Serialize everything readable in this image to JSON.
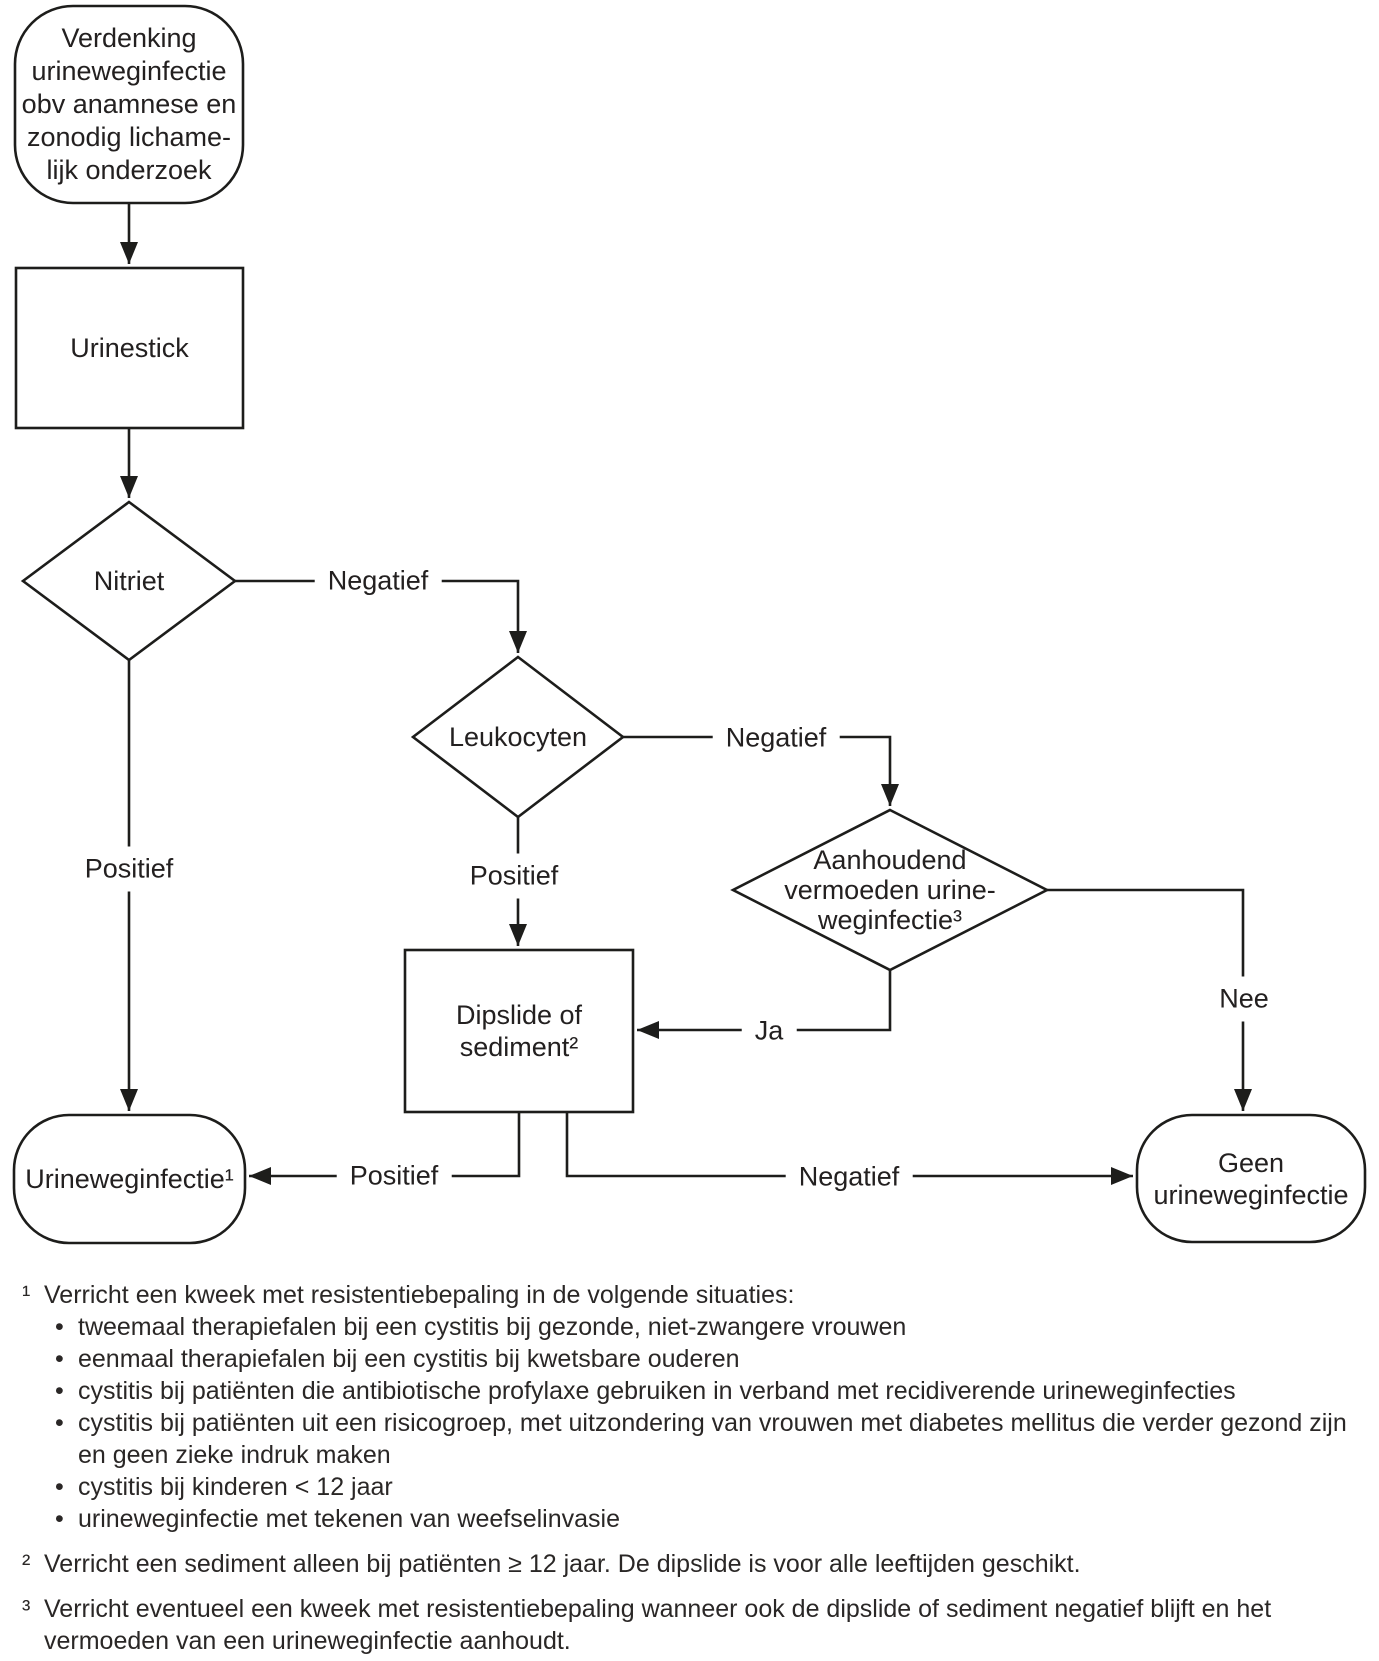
{
  "colors": {
    "ink": "#1d1d1b",
    "background": "#ffffff"
  },
  "flowchart": {
    "start": {
      "lines": [
        "Verdenking",
        "urineweginfectie",
        "obv anamnese en",
        "zonodig lichame-",
        "lijk onderzoek"
      ]
    },
    "urinestick": {
      "label": "Urinestick"
    },
    "nitriet": {
      "label": "Nitriet"
    },
    "leukocyten": {
      "label": "Leukocyten"
    },
    "aanhoudend": {
      "lines": [
        "Aanhoudend",
        "vermoeden urine-",
        "weginfectie³"
      ]
    },
    "dipslide": {
      "lines": [
        "Dipslide of",
        "sediment²"
      ]
    },
    "urineweginfectie": {
      "label": "Urineweginfectie¹"
    },
    "geen": {
      "lines": [
        "Geen",
        "urineweginfectie"
      ]
    },
    "edges": {
      "nitriet_negatief": "Negatief",
      "nitriet_positief": "Positief",
      "leukocyten_negatief": "Negatief",
      "leukocyten_positief": "Positief",
      "aanhoudend_ja": "Ja",
      "aanhoudend_nee": "Nee",
      "dipslide_positief": "Positief",
      "dipslide_negatief": "Negatief"
    }
  },
  "footnotes_meta": {
    "bullet_char": "•"
  },
  "footnotes": [
    {
      "marker": "¹",
      "text": "Verricht een kweek met resistentiebepaling in de volgende situaties:",
      "bullets": [
        "tweemaal therapiefalen bij een cystitis bij gezonde, niet-zwangere vrouwen",
        "eenmaal therapiefalen bij een cystitis bij kwetsbare ouderen",
        "cystitis bij patiënten die antibiotische profylaxe gebruiken in verband met recidiverende urineweginfecties",
        "cystitis bij patiënten uit een risicogroep, met uitzondering van vrouwen met diabetes mellitus die verder gezond zijn en geen zieke indruk maken",
        "cystitis bij kinderen < 12 jaar",
        "urineweginfectie met tekenen van weefselinvasie"
      ]
    },
    {
      "marker": "²",
      "text": "Verricht een sediment alleen bij patiënten ≥ 12 jaar. De dipslide is voor alle leeftijden geschikt."
    },
    {
      "marker": "³",
      "text": "Verricht eventueel een kweek met resistentiebepaling wanneer ook de dipslide of sediment negatief blijft en het vermoeden van een urineweginfectie aanhoudt."
    }
  ]
}
